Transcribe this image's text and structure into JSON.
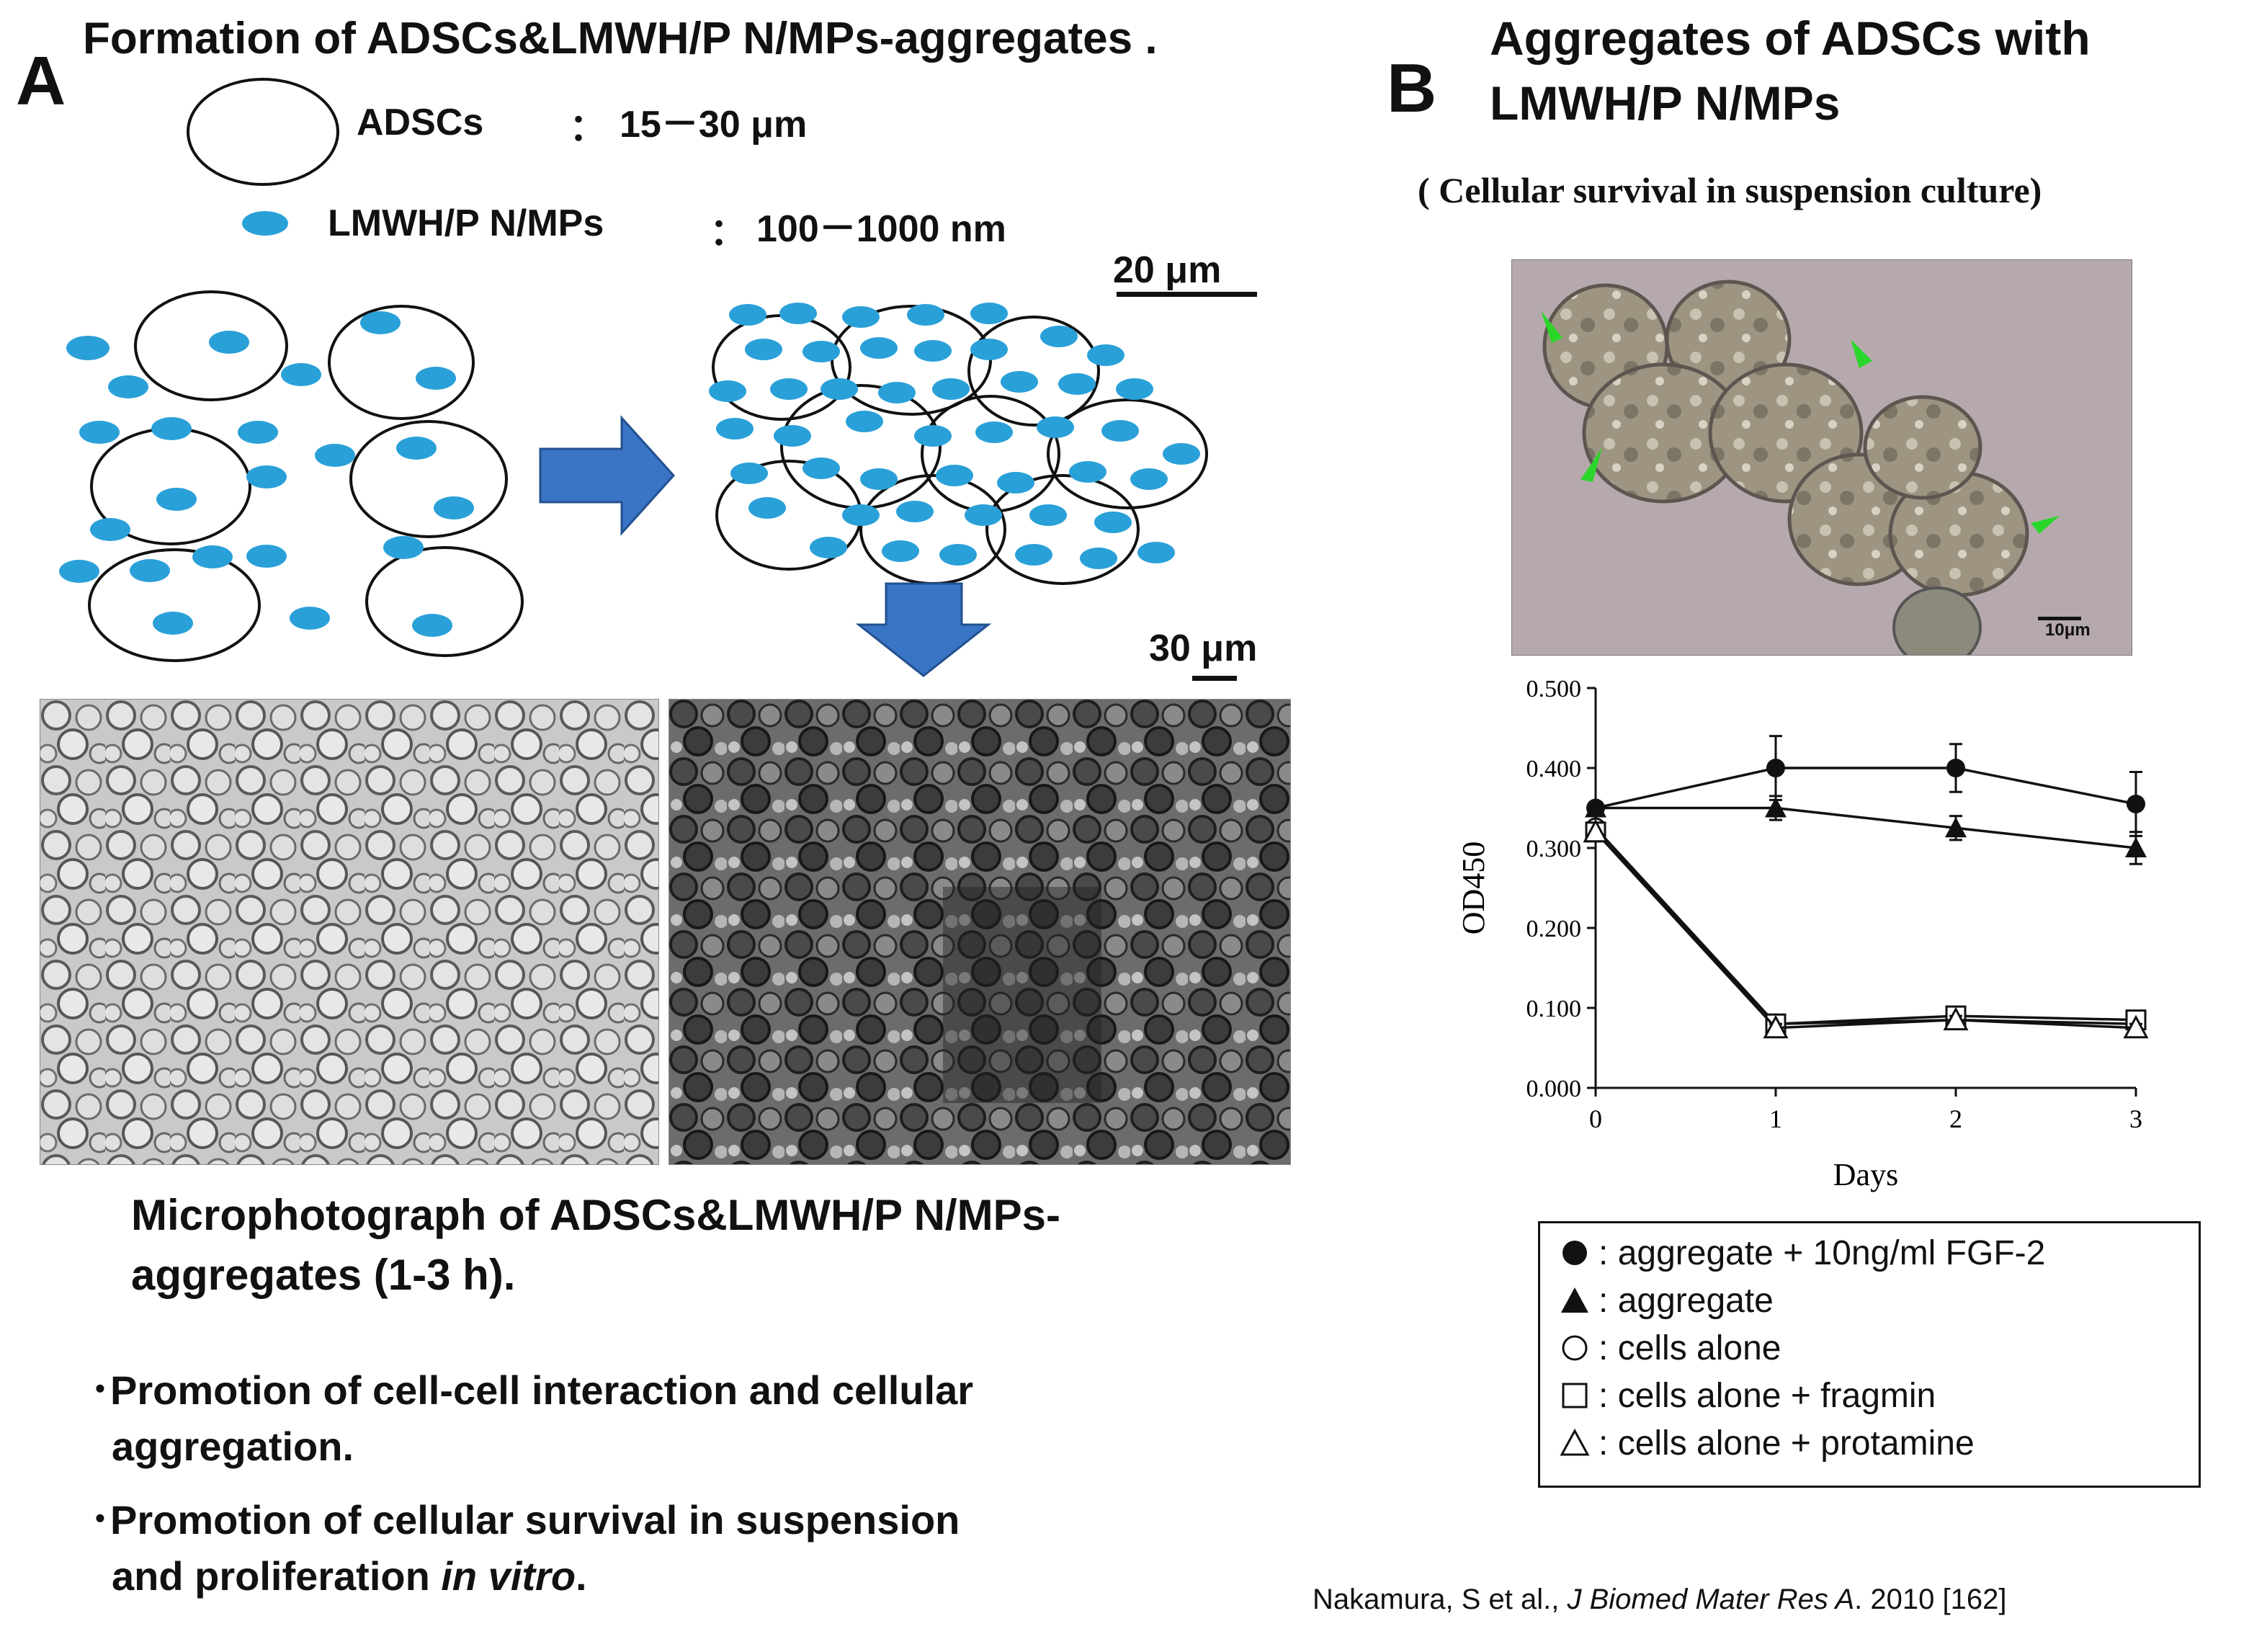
{
  "panelA": {
    "letter": "A",
    "title": "Formation of ADSCs&LMWH/P N/MPs-aggregates .",
    "legend": [
      {
        "name": "ADSCs",
        "sep": "：",
        "size": "15－30 μm"
      },
      {
        "name": "LMWH/P N/MPs",
        "sep": "：",
        "size": "100－1000 nm"
      }
    ],
    "scale_top": "20 μm",
    "scale_mid": "30 μm",
    "caption_line1": "Microphotograph of ADSCs&LMWH/P N/MPs-",
    "caption_line2": "aggregates (1-3 h).",
    "bullets": [
      {
        "line1": "･Promotion of cell-cell interaction and cellular",
        "line2": "aggregation."
      },
      {
        "line1": "･Promotion of cellular survival in suspension",
        "line2_pre": "and  proliferation ",
        "line2_em": "in vitro",
        "line2_post": "."
      }
    ]
  },
  "panelB": {
    "letter": "B",
    "title_line1": "Aggregates of ADSCs with",
    "title_line2": "LMWH/P N/MPs",
    "subtitle": "( Cellular survival in suspension culture)",
    "photo_scale": "10μm",
    "legend": [
      {
        "symbol": "filled-circle",
        "text": "aggregate + 10ng/ml FGF-2"
      },
      {
        "symbol": "filled-triangle",
        "text": "aggregate"
      },
      {
        "symbol": "open-circle",
        "text": "cells alone"
      },
      {
        "symbol": "open-square",
        "text": "cells alone + fragmin"
      },
      {
        "symbol": "open-triangle",
        "text": "cells alone + protamine"
      }
    ],
    "legend_sep": ":"
  },
  "citation": {
    "authors": "Nakamura, S et al., ",
    "journal": "J Biomed Mater Res A",
    "rest": ". 2010  [162]"
  },
  "colors": {
    "particle": "#2aa0d8",
    "arrow": "#3a74c4",
    "green": "#2bd62b"
  },
  "chart_data": {
    "type": "line",
    "xlabel": "Days",
    "ylabel": "OD450",
    "x": [
      0,
      1,
      2,
      3
    ],
    "xticks": [
      "0",
      "1",
      "2",
      "3"
    ],
    "yticks": [
      "0.000",
      "0.100",
      "0.200",
      "0.300",
      "0.400",
      "0.500"
    ],
    "ylim": [
      0,
      0.5
    ],
    "grid": false,
    "series": [
      {
        "name": "aggregate + 10ng/ml FGF-2",
        "marker": "filled-circle",
        "values": [
          0.35,
          0.4,
          0.4,
          0.355
        ],
        "errors": [
          0,
          0.04,
          0.03,
          0.04
        ]
      },
      {
        "name": "aggregate",
        "marker": "filled-triangle",
        "values": [
          0.35,
          0.35,
          0.325,
          0.3
        ],
        "errors": [
          0,
          0.015,
          0.015,
          0.02
        ]
      },
      {
        "name": "cells alone",
        "marker": "open-circle",
        "values": [
          0.325,
          0.08,
          0.085,
          0.08
        ],
        "errors": [
          0,
          0.005,
          0.005,
          0.005
        ]
      },
      {
        "name": "cells alone + fragmin",
        "marker": "open-square",
        "values": [
          0.32,
          0.08,
          0.09,
          0.085
        ],
        "errors": [
          0,
          0.005,
          0.005,
          0.005
        ]
      },
      {
        "name": "cells alone + protamine",
        "marker": "open-triangle",
        "values": [
          0.32,
          0.075,
          0.085,
          0.075
        ],
        "errors": [
          0,
          0.005,
          0.005,
          0.005
        ]
      }
    ]
  }
}
